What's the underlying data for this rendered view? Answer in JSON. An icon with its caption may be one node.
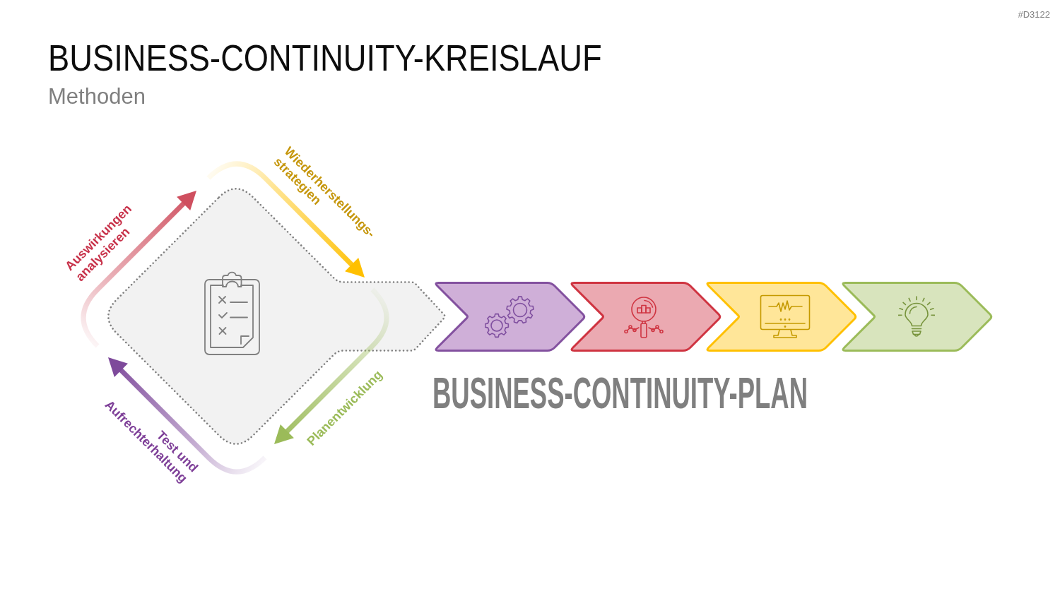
{
  "diagram": {
    "title": "BUSINESS-CONTINUITY-KREISLAUF",
    "nodes": [
      {
        "text": [],
        "shape": "diamond"
      },
      {
        "text": [],
        "shape": "chevron"
      },
      {
        "text": [],
        "shape": "chevron"
      },
      {
        "text": [],
        "shape": "chevron"
      },
      {
        "text": [],
        "shape": "chevron"
      }
    ],
    "labels": [
      "#D3122",
      "Methoden",
      "Auswirkungen analysieren",
      "Wiederherstellungs- strategien",
      "Planentwicklung",
      "Test und Aufrechterhaltung",
      "BUSINESS-CONTINUITY-PLAN"
    ]
  }
}
